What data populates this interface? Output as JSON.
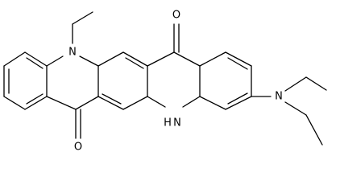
{
  "molecule": {
    "atom_labels": {
      "n_ethyl": "N",
      "nh": "H",
      "nh_n": "N",
      "n_diethylamino": "N",
      "o_top": "O",
      "o_bottom": "O"
    }
  }
}
